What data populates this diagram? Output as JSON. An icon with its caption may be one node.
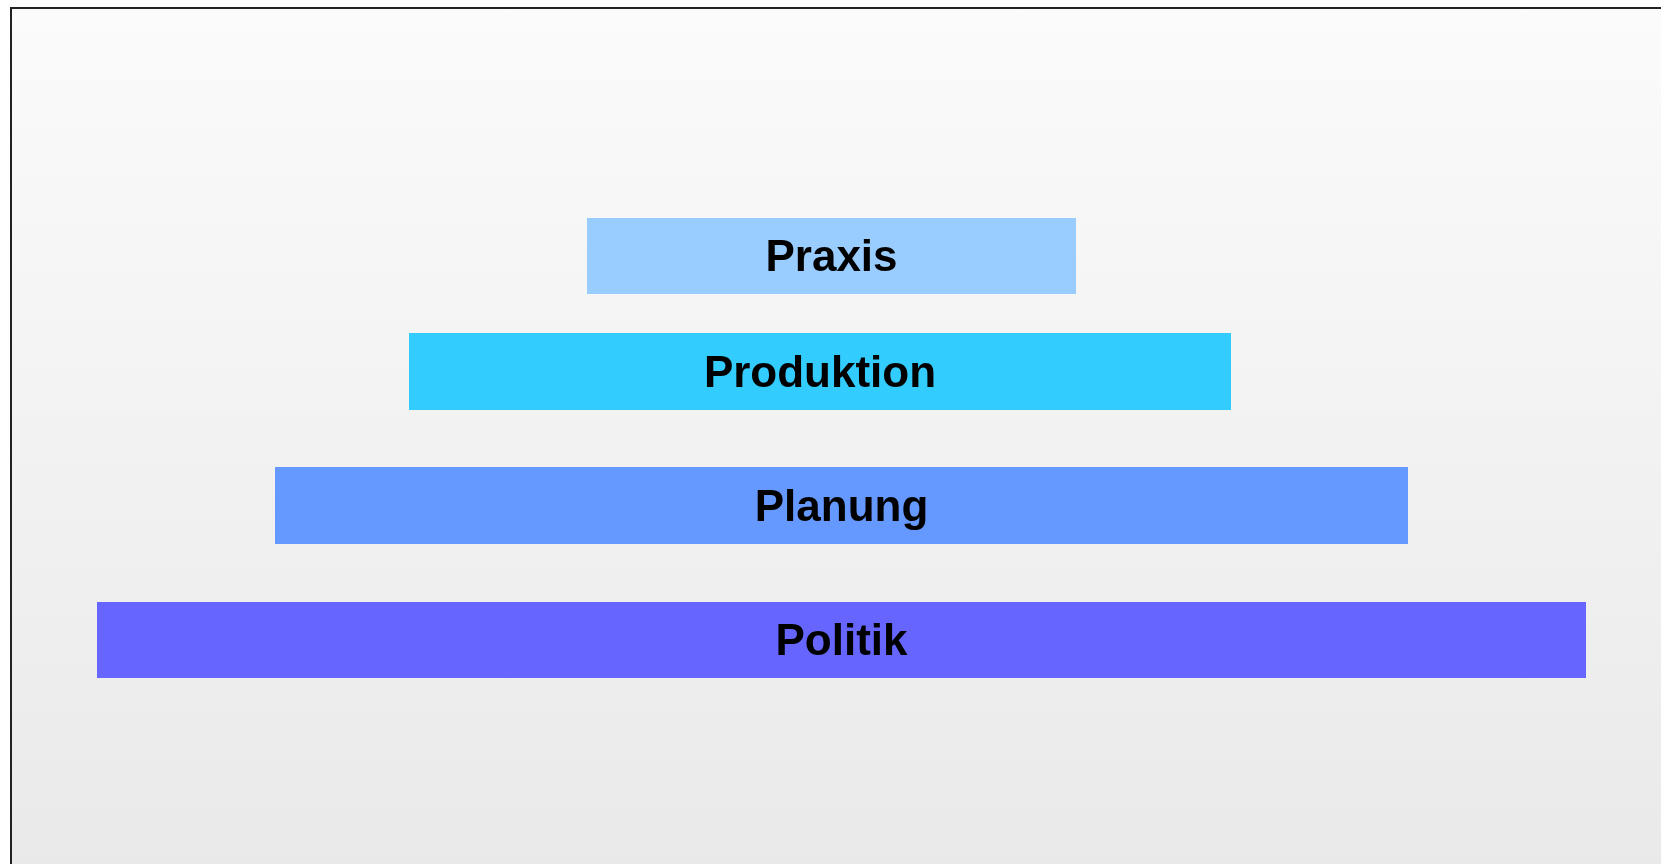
{
  "diagram": {
    "nodes": [
      {
        "text": [
          "Praxis"
        ]
      },
      {
        "text": [
          "Produktion"
        ]
      },
      {
        "text": [
          "Planung"
        ]
      },
      {
        "text": [
          "Politik"
        ]
      }
    ]
  }
}
